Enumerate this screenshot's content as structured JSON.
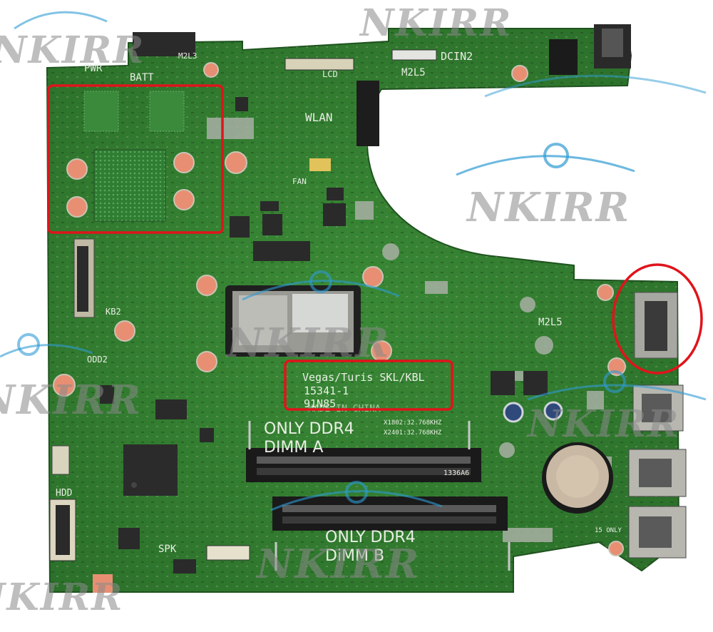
{
  "image": {
    "subject": "laptop-motherboard",
    "board_color": "#2e7a2c",
    "highlight_color": "#e0141b",
    "watermark_color": "#8a8a8a"
  },
  "watermark": {
    "text": "NKIRR"
  },
  "silkscreen": {
    "pwr": "PWR",
    "batt": "BATT",
    "m2l3": "M2L3",
    "lcd": "LCD",
    "m2l5_top": "M2L5",
    "dcin2": "DCIN2",
    "wlan": "WLAN",
    "fan": "FAN",
    "kb2": "KB2",
    "odd2": "ODD2",
    "hdd": "HDD",
    "spk": "SPK",
    "m2l5_right": "M2L5",
    "board_name": "Vegas/Turis SKL/KBL",
    "board_number": "15341-1",
    "board_code": "91N85",
    "made_in": "MADE IN CHINA",
    "xtal1": "X1802:32.768KHZ",
    "xtal2": "X2401:32.768KHZ",
    "only_ddr4_a": "ONLY DDR4",
    "dimm_a": "DIMM A",
    "only_ddr4_b": "ONLY DDR4",
    "dimm_b": "DiMM B",
    "only15": "15 ONLY",
    "slot_code": "1336A6"
  }
}
